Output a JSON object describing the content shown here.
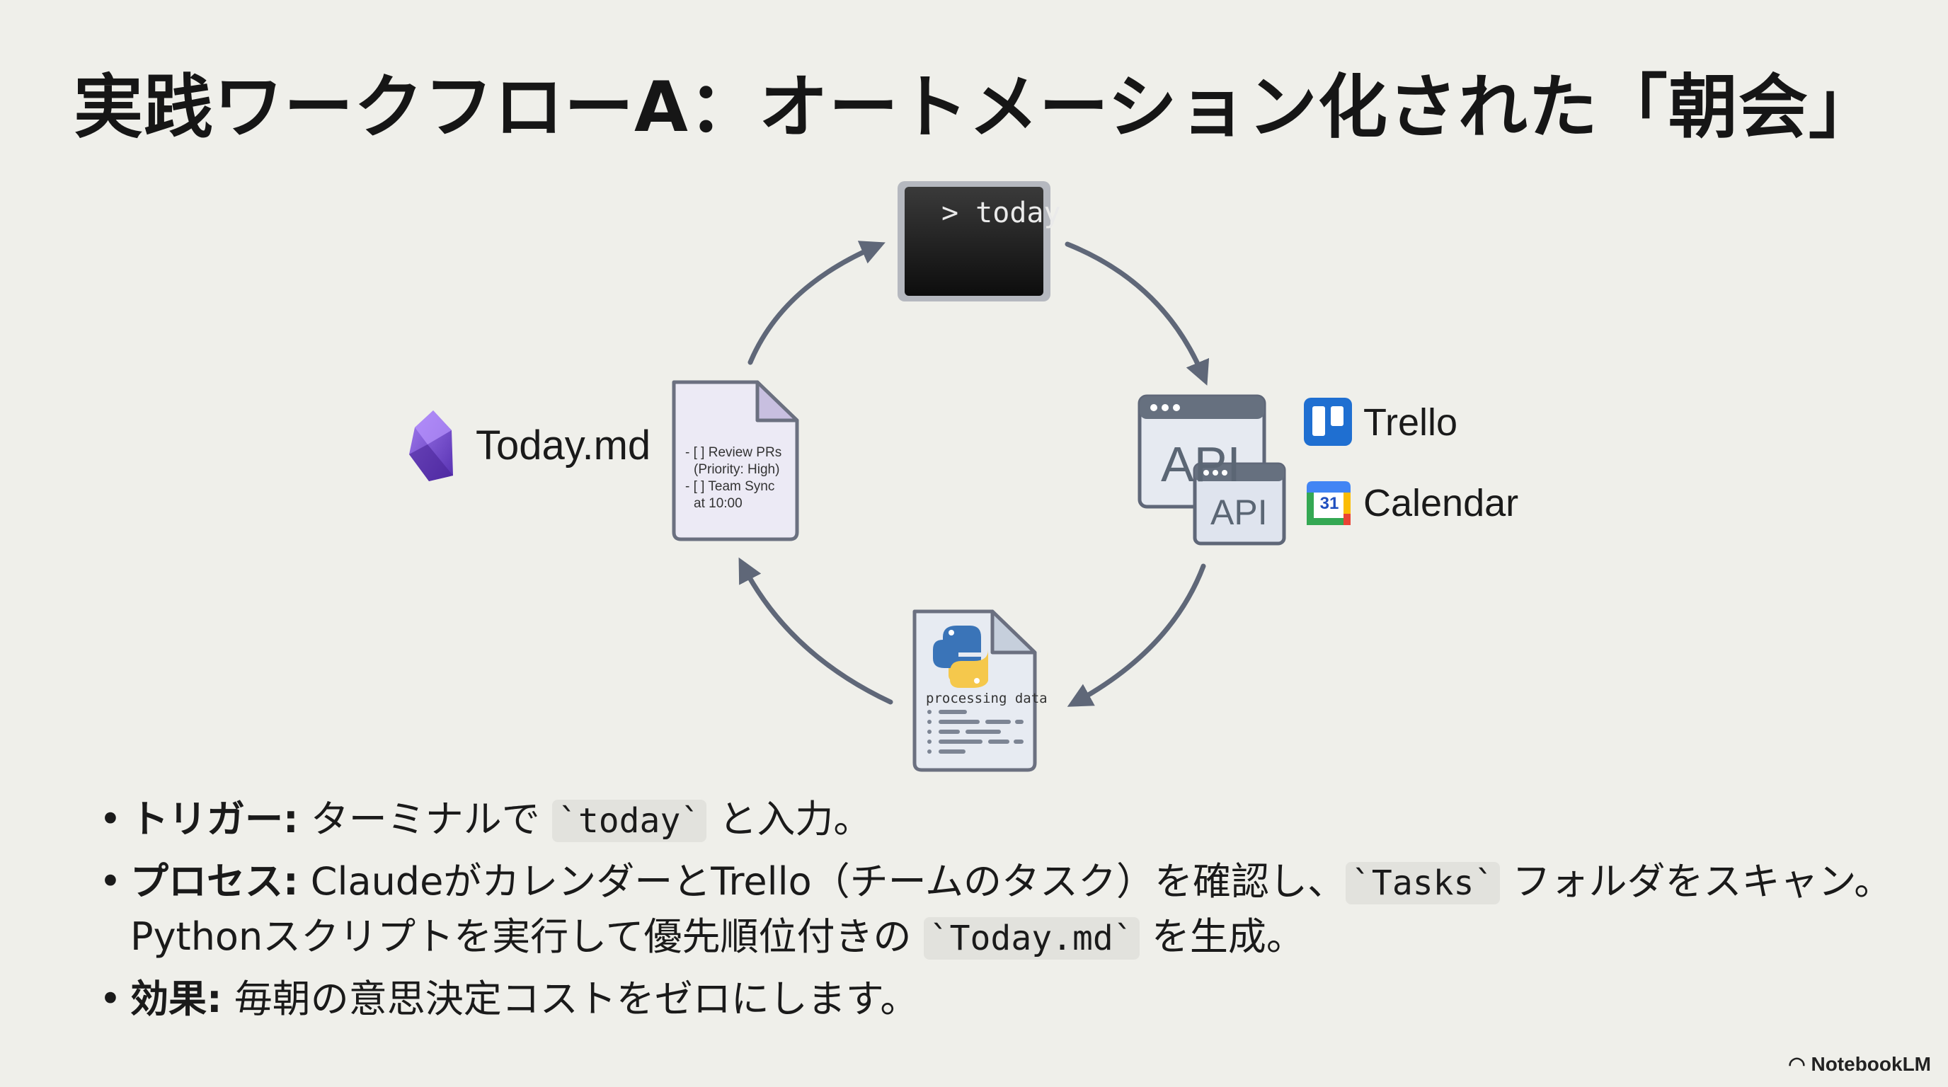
{
  "slide": {
    "title": "実践ワークフローA：オートメーション化された「朝会」"
  },
  "diagram": {
    "terminal_command": "> today",
    "today_file_label": "Today.md",
    "today_file_content": [
      "- [ ] Review PRs",
      "(Priority: High)",
      "- [ ] Team Sync",
      "at 10:00"
    ],
    "api_main": "API",
    "api_secondary": "API",
    "trello_label": "Trello",
    "calendar_label": "Calendar",
    "calendar_icon_day": "31",
    "python_caption": "processing data",
    "icons": [
      "terminal-icon",
      "obsidian-icon",
      "document-icon",
      "api-window-icon",
      "trello-icon",
      "calendar-icon",
      "python-icon",
      "cycle-arrow-icon"
    ]
  },
  "bullets": [
    {
      "label": "トリガー:",
      "parts": [
        " ターミナルで ",
        "`today`",
        " と入力。"
      ]
    },
    {
      "label": "プロセス:",
      "parts": [
        " ClaudeがカレンダーとTrello（チームのタスク）を確認し、",
        "`Tasks`",
        " フォルダをスキャン。Pythonスクリプトを実行して優先順位付きの ",
        "`Today.md`",
        " を生成。"
      ]
    },
    {
      "label": "効果:",
      "parts": [
        " 毎朝の意思決定コストをゼロにします。"
      ]
    }
  ],
  "footer": {
    "brand": "NotebookLM"
  },
  "colors": {
    "background": "#efefea",
    "arrow": "#5f6778",
    "obsidian_purple": "#7b4fd6",
    "trello_blue": "#1f6fd1",
    "python_blue": "#3a74b8",
    "python_yellow": "#f5c84c"
  }
}
